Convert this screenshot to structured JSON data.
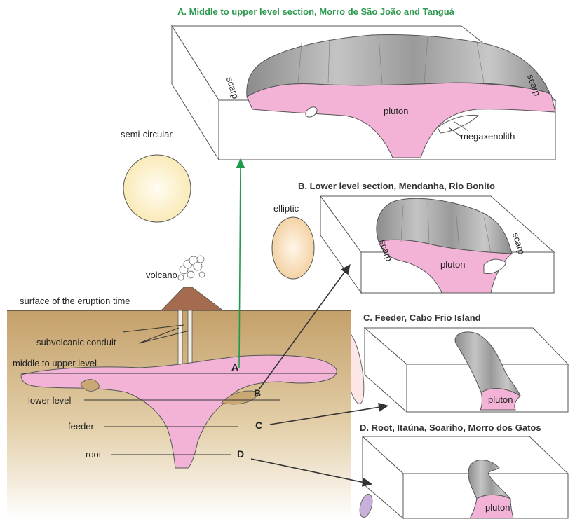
{
  "titles": {
    "a": "A. Middle to upper level section, Morro de São João and Tanguá",
    "b": "B. Lower level section, Mendanha, Rio Bonito",
    "c": "C. Feeder, Cabo Frio Island",
    "d": "D. Root, Itaúna, Soariho, Morro dos Gatos"
  },
  "shapes": {
    "semi_circular": "semi-circular",
    "elliptic": "elliptic"
  },
  "labels": {
    "scarp": "scarp",
    "pluton": "pluton",
    "megaxenolith": "megaxenolith",
    "volcano": "volcano",
    "surface": "surface of the eruption time",
    "subvolcanic": "subvolcanic conduit",
    "middle_upper": "middle to upper level",
    "lower": "lower level",
    "feeder": "feeder",
    "root": "root"
  },
  "letters": {
    "a": "A",
    "b": "B",
    "c": "C",
    "d": "D"
  },
  "colors": {
    "title_a": "#2e9a4f",
    "pluton_pink": "#f2b3d6",
    "rock_gray": "#a0a0a0",
    "ground_top": "#c9a874",
    "ground_bottom": "#ffffff",
    "arrow_green": "#1f9a4c",
    "arrow_dark": "#333333"
  }
}
